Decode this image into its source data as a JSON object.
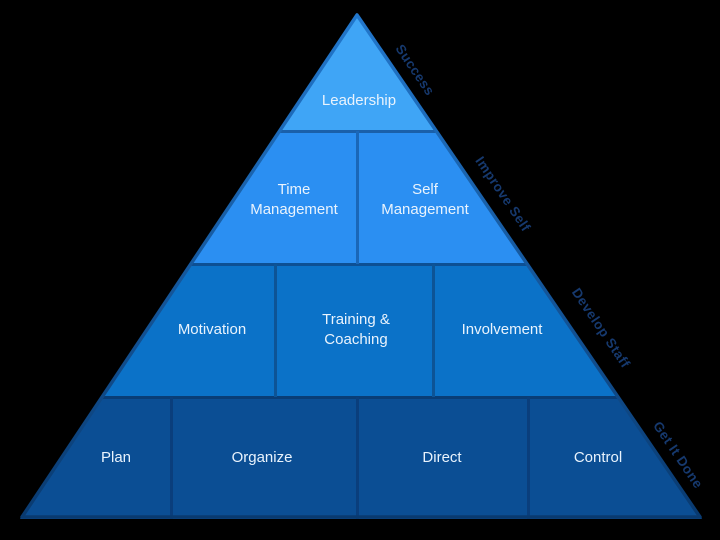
{
  "canvas": {
    "background": "#000000"
  },
  "pyramid": {
    "type": "pyramid-diagram",
    "outline_color": "#12589a",
    "block_text_color": "#e9f3fd",
    "side_label_color": "#16396e",
    "levels": [
      {
        "side_label": "Success",
        "color": "#3fa5f6",
        "cells": [
          {
            "label": "Leadership"
          }
        ]
      },
      {
        "side_label": "Improve Self",
        "color": "#2b8ff2",
        "cells": [
          {
            "label": "Time Management"
          },
          {
            "label": "Self Management"
          }
        ]
      },
      {
        "side_label": "Develop Staff",
        "color": "#0b72c8",
        "cells": [
          {
            "label": "Motivation"
          },
          {
            "label": "Training & Coaching"
          },
          {
            "label": "Involvement"
          }
        ]
      },
      {
        "side_label": "Get It Done",
        "color": "#0b4e94",
        "cells": [
          {
            "label": "Plan"
          },
          {
            "label": "Organize"
          },
          {
            "label": "Direct"
          },
          {
            "label": "Control"
          }
        ]
      }
    ]
  }
}
